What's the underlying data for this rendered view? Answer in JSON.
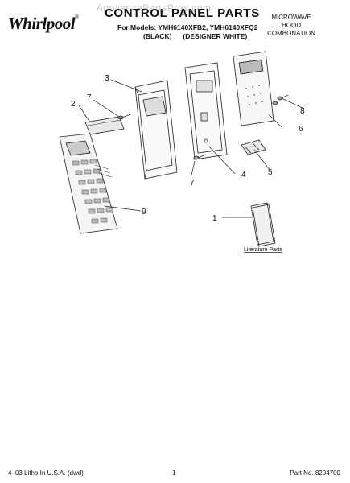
{
  "watermark": "AppliancePartsPros.com",
  "brand": {
    "name": "Whirlpool",
    "mark": "®"
  },
  "header": {
    "title": "CONTROL PANEL PARTS",
    "models_line": "For Models: YMH6140XFB2, YMH6140XFQ2",
    "variant_black": "(BLACK)",
    "variant_white": "(DESIGNER WHITE)",
    "category": [
      "MICROWAVE",
      "HOOD",
      "COMBONATION"
    ]
  },
  "callouts": {
    "c1": "1",
    "c2": "2",
    "c3": "3",
    "c4": "4",
    "c5": "5",
    "c6": "6",
    "c7a": "7",
    "c7b": "7",
    "c8": "8",
    "c9": "9"
  },
  "literature_label": "Literature Parts",
  "footer": {
    "left": "4–03 Litho In U.S.A. (dwd)",
    "page": "1",
    "part_no": "Part No. 8204700"
  }
}
